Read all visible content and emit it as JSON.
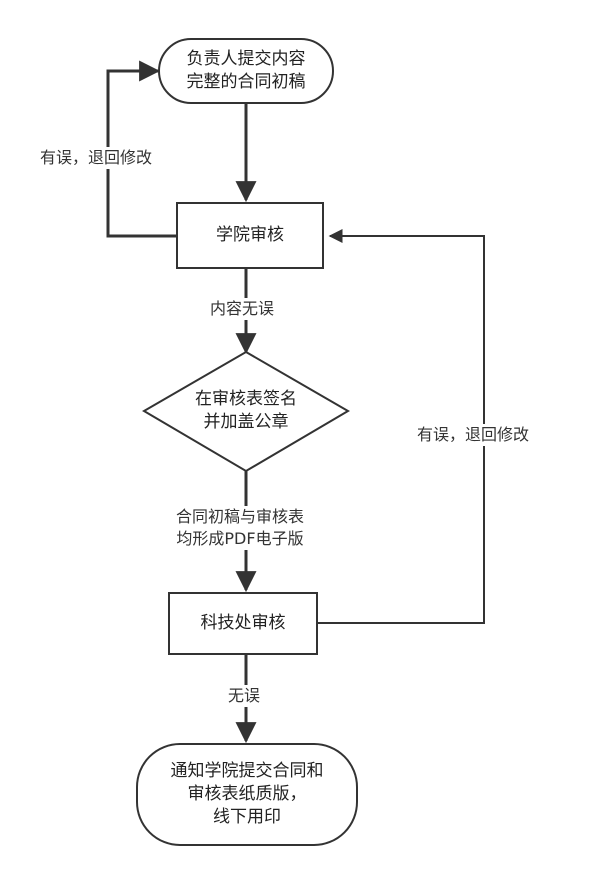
{
  "nodes": {
    "start": {
      "line1": "负责人提交内容",
      "line2": "完整的合同初稿"
    },
    "college_review": {
      "text": "学院审核"
    },
    "sign_stamp": {
      "line1": "在审核表签名",
      "line2": "并加盖公章"
    },
    "sci_office_review": {
      "text": "科技处审核"
    },
    "end": {
      "line1": "通知学院提交合同和",
      "line2": "审核表纸质版，",
      "line3": "线下用印"
    }
  },
  "edge_labels": {
    "college_error": "有误，退回修改",
    "content_ok": "内容无误",
    "pdf_line1": "合同初稿与审核表",
    "pdf_line2": "均形成PDF电子版",
    "sci_error": "有误，退回修改",
    "no_error": "无误"
  },
  "colors": {
    "stroke": "#333333",
    "text": "#222222",
    "background": "#ffffff"
  }
}
